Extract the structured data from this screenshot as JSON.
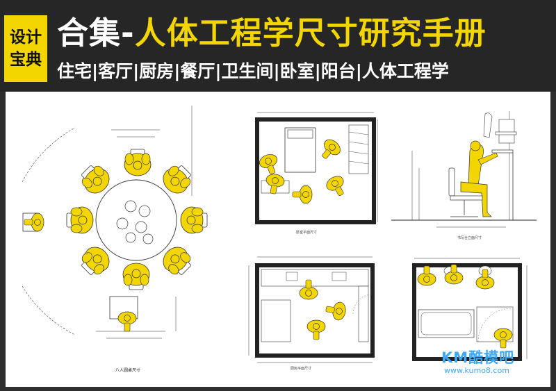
{
  "badge": {
    "line1": "设计",
    "line2": "宝典"
  },
  "title": {
    "prefix": "合集-",
    "main": "人体工程学尺寸研究手册"
  },
  "subtitle": "住宅|客厅|厨房|餐厅|卫生间|卧室|阳台|人体工程学",
  "watermark": {
    "logo": "KM酷模吧",
    "url": "www.kumo8.com"
  },
  "colors": {
    "accent_yellow": "#f3d600",
    "header_bg": "#262626",
    "watermark_blue": "#3fa9f5"
  }
}
